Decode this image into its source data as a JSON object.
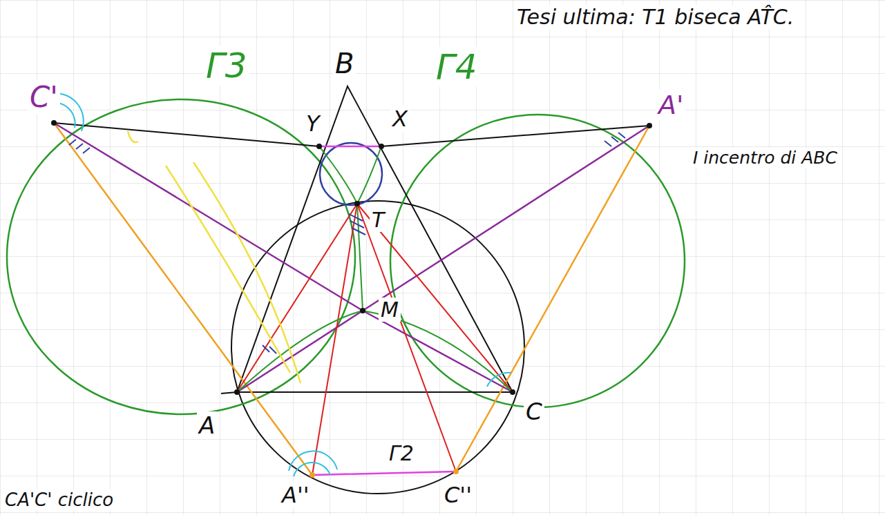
{
  "diagram": {
    "labels": [
      "C'",
      "Γ3",
      "B",
      "Γ4",
      "Tesi ultima: T1 biseca AT̂C.",
      "A'",
      "I incentro di ABC",
      "Y",
      "X",
      "T",
      "M",
      "A",
      "C",
      "A''",
      "Γ2",
      "C''",
      "CA'C' ciclico"
    ]
  }
}
